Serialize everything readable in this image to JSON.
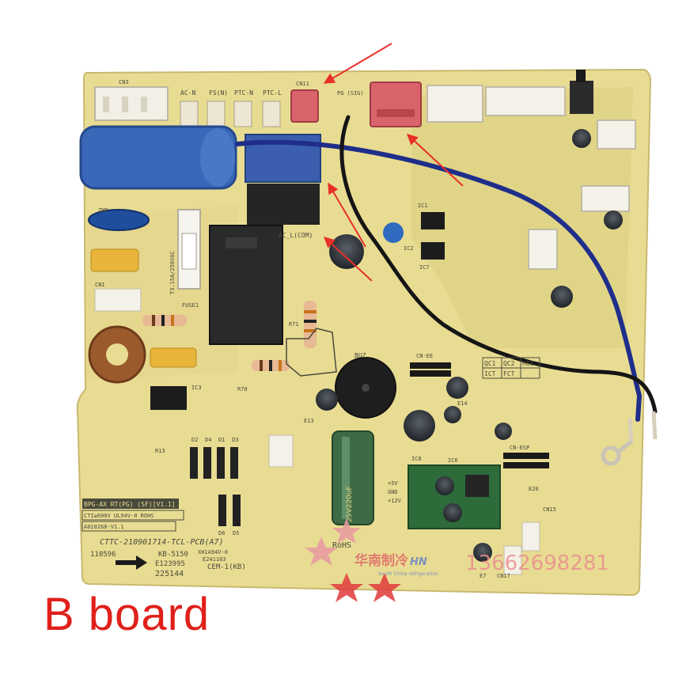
{
  "caption": "B board",
  "board": {
    "model_line": "CTTC-210901714-TCL-PCB(A7)",
    "code_line": "110596",
    "kb_line": "KB-5150",
    "e_line": "E123995",
    "serial_line": "225144",
    "cem_line": "CEM-1(KB)",
    "xh_line": "XH1A94V-0",
    "e241_line": "E241103",
    "label1": "BPG-AX RT(PG) (SF)[V1.1]",
    "label2": "CTI≥600V UL94V-0 ROHS",
    "label3": "A010268-V1.1",
    "rohs": "RoHS",
    "fuse": "FUSE1",
    "fuse_rating": "T3.15A/250VAC",
    "buzzer": "BUZ",
    "relay": "AC_L(COM)",
    "cap_text": "25V220uF",
    "ic_labels": [
      "IC1",
      "IC2",
      "IC3",
      "IC6",
      "IC7",
      "IC8"
    ],
    "terminal_labels": [
      "CN3",
      "AC-N",
      "FS(N)",
      "PTC-N",
      "PTC-L",
      "CN11",
      "PG (SIG)",
      "CN-EE",
      "CN-ESP",
      "CN15",
      "CN17",
      "ZNR",
      "CN1"
    ],
    "side_labels": [
      "D2",
      "D4",
      "D1",
      "D3",
      "D6",
      "D5",
      "R13",
      "R70",
      "R71",
      "E13",
      "E14",
      "E7",
      "E20"
    ],
    "box_labels": [
      "QC1",
      "QC2",
      "HG1",
      "ICT",
      "FCT"
    ],
    "power_labels": [
      "+5V",
      "GND",
      "+12V"
    ]
  },
  "watermark": {
    "brand": "华南制冷",
    "brand_latin": "HN",
    "subtitle": "South China refrigeration",
    "phone": "13662698281"
  },
  "colors": {
    "pcb": "#e8dc92",
    "pcb_dark": "#d8c878",
    "arrow": "#e8302a",
    "caption": "#e0201a",
    "wire_blue": "#1f2e8a"
  }
}
